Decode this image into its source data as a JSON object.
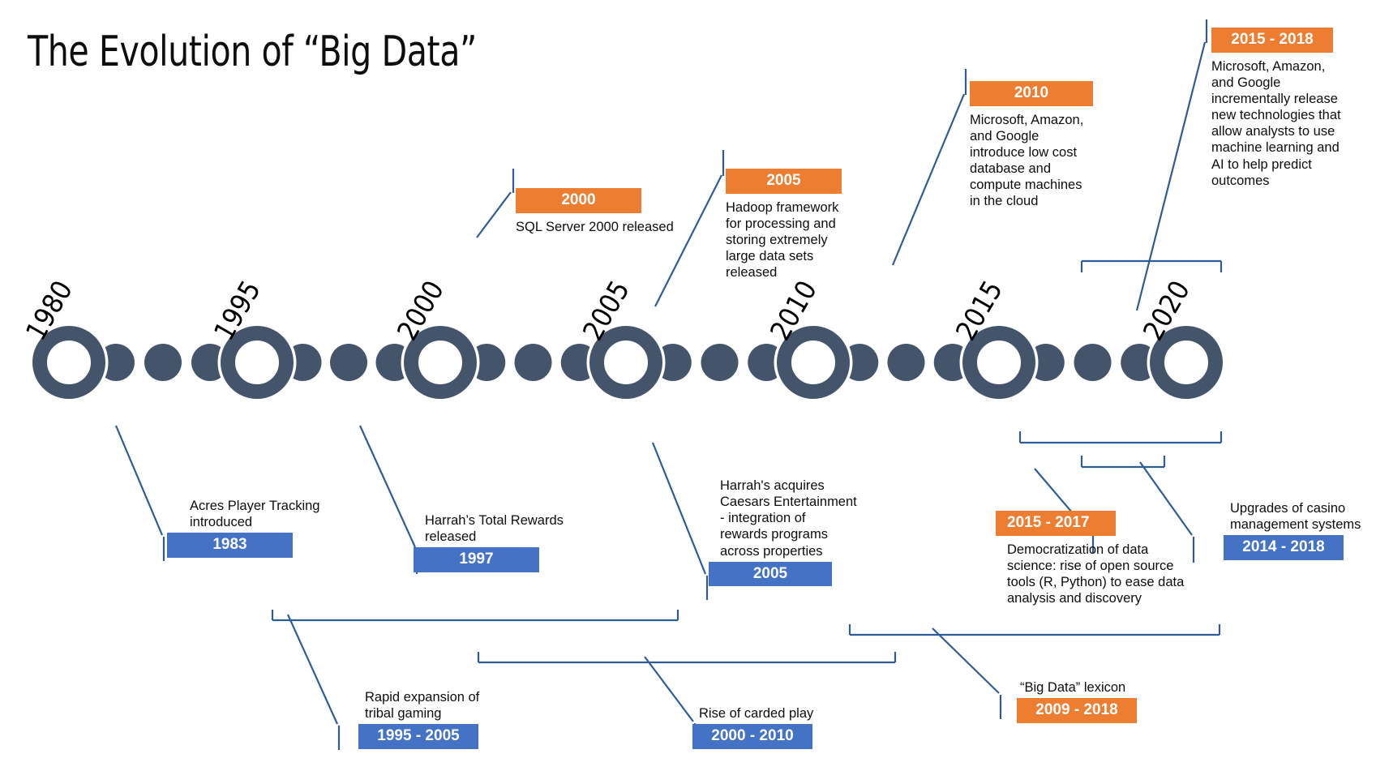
{
  "title": "The Evolution of “Big Data”",
  "colors": {
    "orange": "#ED7D31",
    "blue": "#4472C4",
    "line": "#2E5C99",
    "node": "#44546A",
    "text": "#0d0d0d"
  },
  "timeline": {
    "major_years": [
      "1980",
      "1995",
      "2000",
      "2005",
      "2010",
      "2015",
      "2020"
    ],
    "minor_dots_between": 3
  },
  "callouts_above": [
    {
      "id": "c2000",
      "badge": "2000",
      "badge_color": "orange",
      "lines": [
        "SQL Server 2000 released"
      ]
    },
    {
      "id": "c2005",
      "badge": "2005",
      "badge_color": "orange",
      "lines": [
        "Hadoop framework",
        "for processing and",
        "storing extremely",
        "large data sets",
        "released"
      ]
    },
    {
      "id": "c2010",
      "badge": "2010",
      "badge_color": "orange",
      "lines": [
        "Microsoft, Amazon,",
        "and Google",
        "introduce low cost",
        "database and",
        "compute machines",
        "in the cloud"
      ]
    },
    {
      "id": "c2015_2018",
      "badge": "2015 - 2018",
      "badge_color": "orange",
      "lines": [
        "Microsoft, Amazon,",
        "and Google",
        "incrementally release",
        "new technologies that",
        "allow analysts to use",
        "machine learning and",
        "AI to help predict",
        "outcomes"
      ]
    }
  ],
  "callouts_below": [
    {
      "id": "c1983",
      "badge": "1983",
      "badge_color": "blue",
      "lines": [
        "Acres Player Tracking",
        "introduced"
      ]
    },
    {
      "id": "c1997",
      "badge": "1997",
      "badge_color": "blue",
      "lines": [
        "Harrah’s Total Rewards",
        "released"
      ]
    },
    {
      "id": "c2005b",
      "badge": "2005",
      "badge_color": "blue",
      "lines": [
        "Harrah's acquires",
        "Caesars Entertainment",
        "- integration of",
        "rewards programs",
        "across properties"
      ]
    },
    {
      "id": "c2015_2017",
      "badge": "2015 - 2017",
      "badge_color": "orange",
      "lines": [
        "Democratization of data",
        "science: rise of open source",
        "tools (R, Python) to ease data",
        "analysis and discovery"
      ]
    },
    {
      "id": "c2014_2018",
      "badge": "2014 - 2018",
      "badge_color": "blue",
      "lines": [
        "Upgrades of casino",
        "management systems"
      ]
    },
    {
      "id": "c1995_2005",
      "badge": "1995 - 2005",
      "badge_color": "blue",
      "lines": [
        "Rapid expansion of",
        "tribal gaming"
      ]
    },
    {
      "id": "c2000_2010",
      "badge": "2000 - 2010",
      "badge_color": "blue",
      "lines": [
        "Rise of carded play"
      ]
    },
    {
      "id": "c2009_2018",
      "badge": "2009 - 2018",
      "badge_color": "orange",
      "lines": [
        "“Big Data” lexicon"
      ]
    }
  ]
}
